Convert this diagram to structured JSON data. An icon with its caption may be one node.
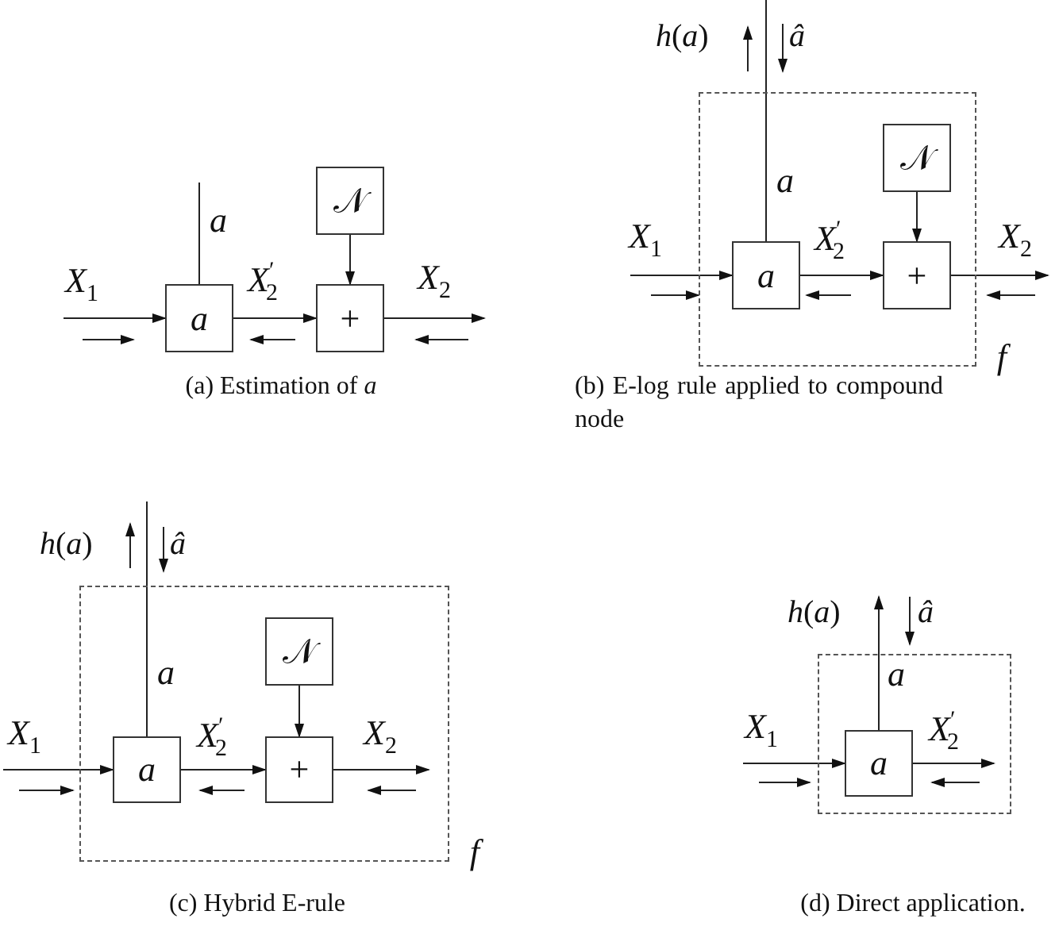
{
  "diagram": {
    "nodes": [
      {
        "text": [
          "a"
        ]
      },
      {
        "text": [
          "𝒩"
        ]
      },
      {
        "text": [
          "+"
        ]
      },
      {
        "text": [
          "f"
        ]
      },
      {
        "text": [
          "a"
        ],
        "in": 3
      },
      {
        "text": [
          "𝒩"
        ],
        "in": 3
      },
      {
        "text": [
          "+"
        ],
        "in": 3
      },
      {
        "text": [
          "f"
        ]
      },
      {
        "text": [
          "a"
        ],
        "in": 7
      },
      {
        "text": [
          "𝒩"
        ],
        "in": 7
      },
      {
        "text": [
          "+"
        ],
        "in": 7
      },
      {
        "text": [],
        "shape": "box"
      },
      {
        "text": [
          "a"
        ],
        "in": 11
      }
    ],
    "edges": [
      {
        "from": null,
        "to": 0,
        "arrow": "to",
        "label": "X$_{1}$"
      },
      {
        "from": 0,
        "to": null,
        "arrow": "none",
        "label": "a"
      },
      {
        "from": 0,
        "to": 2,
        "arrow": "to",
        "label": "X$^{′}$$_{2}$"
      },
      {
        "from": 1,
        "to": 2,
        "arrow": "to"
      },
      {
        "from": 2,
        "to": null,
        "arrow": "to",
        "label": "X$_{2}$"
      },
      {
        "from": null,
        "to": 4,
        "arrow": "to",
        "label": "X$_{1}$"
      },
      {
        "from": 4,
        "to": null,
        "arrow": "none",
        "label": "a"
      },
      {
        "from": 4,
        "to": 6,
        "arrow": "to",
        "label": "X$^{′}$$_{2}$"
      },
      {
        "from": 5,
        "to": 6,
        "arrow": "to"
      },
      {
        "from": 6,
        "to": null,
        "arrow": "to",
        "label": "X$_{2}$"
      },
      {
        "from": null,
        "to": 8,
        "arrow": "to",
        "label": "X$_{1}$"
      },
      {
        "from": 8,
        "to": null,
        "arrow": "none",
        "label": "a"
      },
      {
        "from": 8,
        "to": 10,
        "arrow": "to",
        "label": "X$^{′}$$_{2}$"
      },
      {
        "from": 9,
        "to": 10,
        "arrow": "to"
      },
      {
        "from": 10,
        "to": null,
        "arrow": "to",
        "label": "X$_{2}$"
      },
      {
        "from": null,
        "to": 12,
        "arrow": "to",
        "label": "X$_{1}$"
      },
      {
        "from": 12,
        "to": null,
        "arrow": "to",
        "label": "a"
      },
      {
        "from": 12,
        "to": null,
        "arrow": "to",
        "label": "X$^{′}$$_{2}$"
      }
    ],
    "labels": [
      "*h*(*a*)",
      "â",
      "(a) Estimation of *a*",
      "(b) E-log rule applied to compound node",
      "*h*(*a*)",
      "â",
      "*h*(*a*)",
      "â",
      "(c) Hybrid E-rule",
      "(d) Direct application."
    ]
  }
}
